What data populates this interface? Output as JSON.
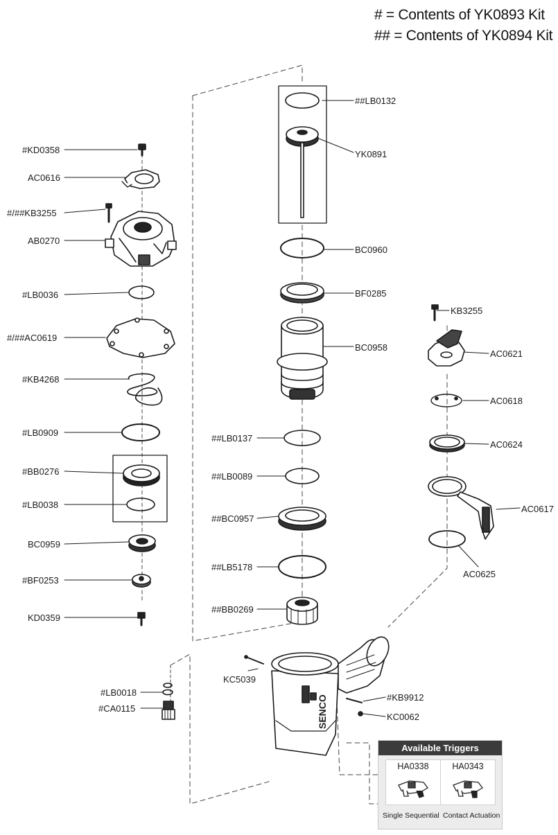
{
  "legend": {
    "kit_a": "# = Contents of YK0893 Kit",
    "kit_b": "## = Contents of YK0894 Kit"
  },
  "parts": {
    "KD0358": "#KD0358",
    "AC0616": "AC0616",
    "KB3255_left": "#/##KB3255",
    "AB0270": "AB0270",
    "LB0036": "#LB0036",
    "AC0619": "#/##AC0619",
    "KB4268": "#KB4268",
    "LB0909": "#LB0909",
    "BB0276": "#BB0276",
    "LB0038": "#LB0038",
    "BC0959": "BC0959",
    "BF0253": "#BF0253",
    "KD0359": "KD0359",
    "LB0018": "#LB0018",
    "CA0115": "#CA0115",
    "LB0132": "##LB0132",
    "YK0891": "YK0891",
    "BC0960": "BC0960",
    "BF0285": "BF0285",
    "BC0958": "BC0958",
    "LB0137": "##LB0137",
    "LB0089": "##LB0089",
    "BC0957": "##BC0957",
    "LB5178": "##LB5178",
    "BB0269": "##BB0269",
    "KC5039": "KC5039",
    "KB9912": "#KB9912",
    "KC0062": "KC0062",
    "KB3255_right": "KB3255",
    "AC0621": "AC0621",
    "AC0618": "AC0618",
    "AC0624": "AC0624",
    "AC0617": "AC0617",
    "AC0625": "AC0625"
  },
  "housing_brand": "SENCO",
  "triggers": {
    "title": "Available Triggers",
    "items": [
      {
        "code": "HA0338",
        "name": "Single Sequential"
      },
      {
        "code": "HA0343",
        "name": "Contact Actuation"
      }
    ]
  }
}
